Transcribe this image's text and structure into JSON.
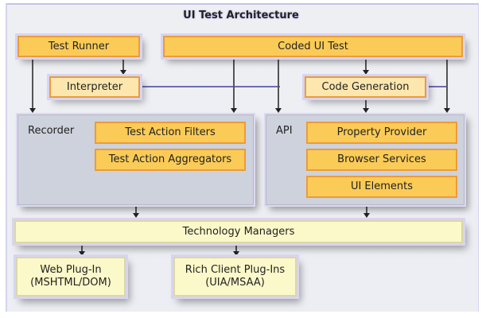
{
  "title": "UI Test Architecture",
  "colors": {
    "primary_box": "#fbcb57",
    "secondary_box": "#fde7ae",
    "base_box": "#fbf8c9",
    "group_bg": "#cdd2dc",
    "border": "#ec9b3a",
    "connector": "#555555"
  },
  "top": {
    "test_runner": "Test Runner",
    "coded_ui_test": "Coded UI Test",
    "interpreter": "Interpreter",
    "code_generation": "Code Generation"
  },
  "recorder": {
    "label": "Recorder",
    "items": [
      "Test Action Filters",
      "Test Action Aggregators"
    ]
  },
  "api": {
    "label": "API",
    "items": [
      "Property Provider",
      "Browser Services",
      "UI Elements"
    ]
  },
  "technology_managers": "Technology Managers",
  "plugins": [
    {
      "line1": "Web Plug-In",
      "line2": "(MSHTML/DOM)"
    },
    {
      "line1": "Rich Client Plug-Ins",
      "line2": "(UIA/MSAA)"
    }
  ],
  "edges": [
    {
      "from": "Test Runner",
      "to": "Interpreter"
    },
    {
      "from": "Test Runner",
      "to": "Recorder"
    },
    {
      "from": "Coded UI Test",
      "to": "Recorder"
    },
    {
      "from": "Coded UI Test",
      "to": "API"
    },
    {
      "from": "Coded UI Test",
      "to": "Code Generation"
    },
    {
      "from": "Interpreter",
      "to": "API"
    },
    {
      "from": "Code Generation",
      "to": "API"
    },
    {
      "from": "Recorder",
      "to": "Technology Managers"
    },
    {
      "from": "API",
      "to": "Technology Managers"
    },
    {
      "from": "Technology Managers",
      "to": "Web Plug-In"
    },
    {
      "from": "Technology Managers",
      "to": "Rich Client Plug-Ins"
    }
  ]
}
